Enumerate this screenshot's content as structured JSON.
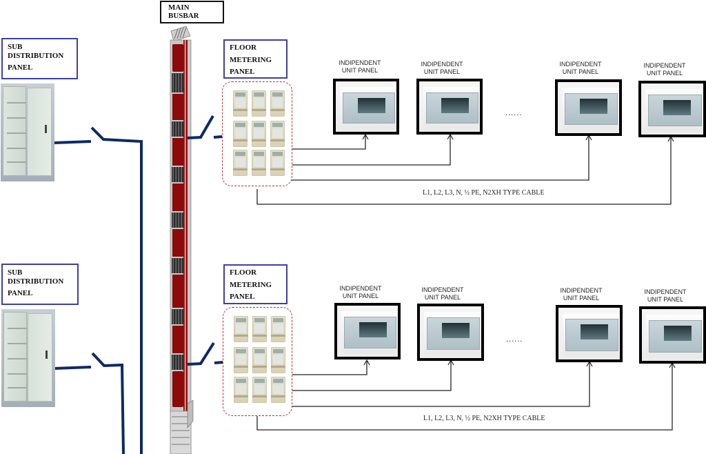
{
  "diagram": {
    "main_busbar": {
      "label_line1": "MAIN",
      "label_line2": "BUSBAR"
    },
    "cable_color": "#0d2a66",
    "busbar_colors": {
      "red": "#8b0a0a",
      "frame": "#b9b9b9",
      "slots": "#3a3a3a"
    },
    "meter_group_border": "#c0262c",
    "label_border": "#3b3fa8",
    "floors": [
      {
        "sub_panel": {
          "line1": "SUB",
          "line2": "DISTRIBUTION",
          "line3": "PANEL"
        },
        "metering_panel": {
          "line1": "FLOOR",
          "line2": "METERING",
          "line3": "PANEL",
          "meter_count": 9
        },
        "unit_panels": [
          {
            "line1": "INDIPENDENT",
            "line2": "UNIT PANEL"
          },
          {
            "line1": "INDIPENDENT",
            "line2": "UNIT PANEL"
          },
          {
            "line1": "INDIPENDENT",
            "line2": "UNIT PANEL"
          },
          {
            "line1": "INDIPENDENT",
            "line2": "UNIT PANEL"
          }
        ],
        "ellipsis": "......",
        "cable_label": "L1, L2, L3, N, ½ PE, N2XH TYPE CABLE"
      },
      {
        "sub_panel": {
          "line1": "SUB",
          "line2": "DISTRIBUTION",
          "line3": "PANEL"
        },
        "metering_panel": {
          "line1": "FLOOR",
          "line2": "METERING",
          "line3": "PANEL",
          "meter_count": 9
        },
        "unit_panels": [
          {
            "line1": "INDIPENDENT",
            "line2": "UNIT PANEL"
          },
          {
            "line1": "INDIPENDENT",
            "line2": "UNIT PANEL"
          },
          {
            "line1": "INDIPENDENT",
            "line2": "UNIT PANEL"
          },
          {
            "line1": "INDIPENDENT",
            "line2": "UNIT PANEL"
          }
        ],
        "ellipsis": "......",
        "cable_label": "L1, L2, L3, N, ½ PE, N2XH TYPE CABLE"
      }
    ]
  }
}
